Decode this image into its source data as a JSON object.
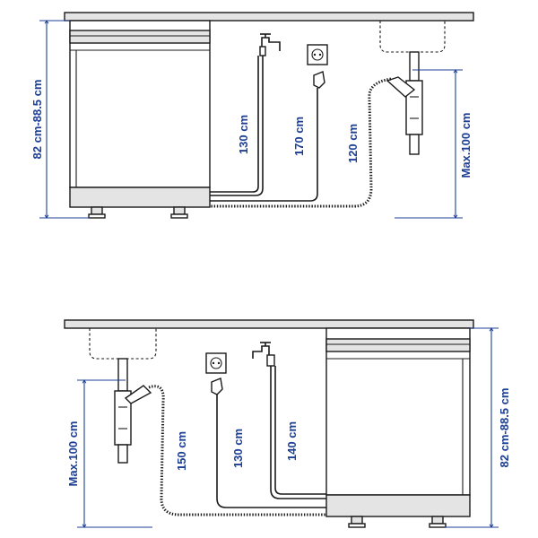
{
  "top": {
    "height_label": "82 cm-88.5 cm",
    "max_height_label": "Max.100 cm",
    "inlet_hose_label": "130 cm",
    "power_cord_label": "170 cm",
    "drain_hose_label": "120 cm"
  },
  "bottom": {
    "height_label": "82 cm-88.5 cm",
    "max_height_label": "Max.100 cm",
    "drain_hose_label": "150 cm",
    "power_cord_label": "130 cm",
    "inlet_hose_label": "140 cm"
  },
  "colors": {
    "dimension": "#1d3f94",
    "outline": "#1a1a1a",
    "panel": "#e4e4e4"
  }
}
